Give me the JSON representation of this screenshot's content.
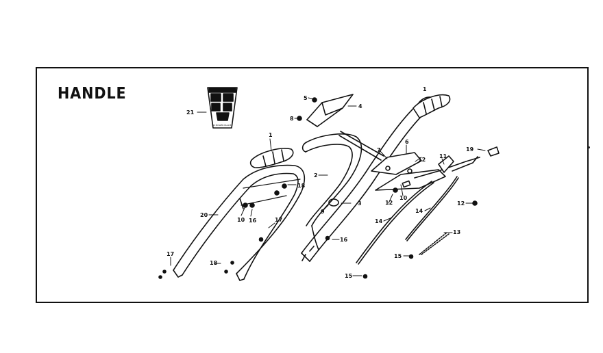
{
  "title": "HANDLE",
  "decal_text": "IN MOWER BLADE",
  "labels": {
    "p1a": "1",
    "p1b": "1",
    "p2": "2",
    "p3": "3",
    "p4": "4",
    "p5": "5",
    "p6": "6",
    "p7": "7",
    "p8": "8",
    "p9": "9",
    "p10a": "10",
    "p10b": "10",
    "p11": "11",
    "p12a": "12",
    "p12b": "12",
    "p12c": "12",
    "p13": "13",
    "p14a": "14",
    "p14b": "14",
    "p15a": "15",
    "p15b": "15",
    "p16a": "16",
    "p16b": "16",
    "p17a": "17",
    "p17b": "17",
    "p18a": "18",
    "p18b": "18",
    "p19": "19",
    "p20": "20",
    "p21": "21"
  }
}
